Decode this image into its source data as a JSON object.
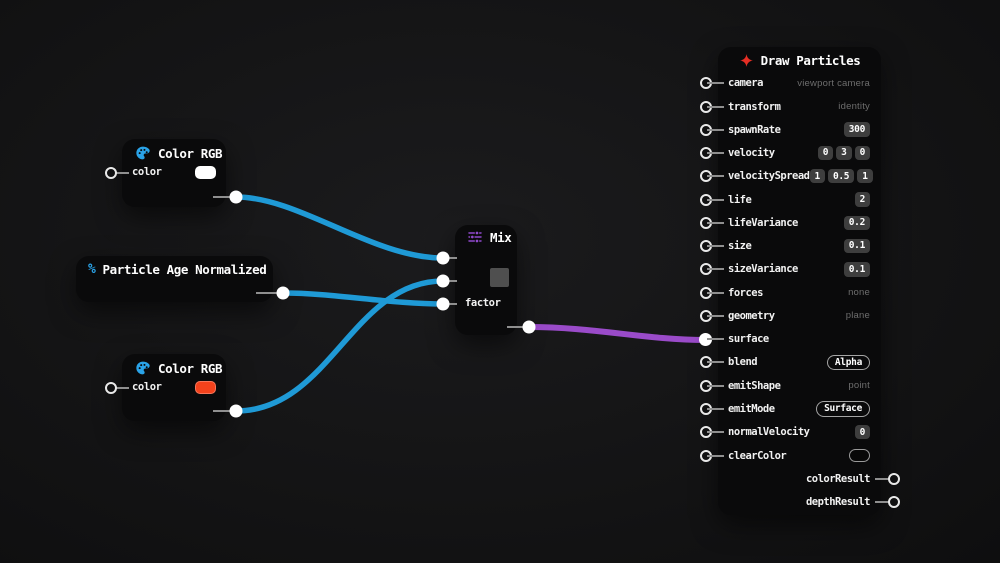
{
  "colors": {
    "wire_blue": "#1f9ad6",
    "wire_purple": "#9a4bc9",
    "icon_blue": "#2aa3e8",
    "icon_purple": "#9049cc",
    "icon_red": "#e62e24"
  },
  "nodes": {
    "color_rgb_top": {
      "title": "Color RGB",
      "input_label": "color",
      "swatch_color": "#ffffff"
    },
    "particle_age": {
      "title": "Particle Age Normalized",
      "icon_glyph": "%"
    },
    "color_rgb_bottom": {
      "title": "Color RGB",
      "input_label": "color",
      "swatch_color": "#f4421c"
    },
    "mix": {
      "title": "Mix",
      "factor_label": "factor"
    },
    "draw_particles": {
      "title": "Draw Particles",
      "rows": [
        {
          "label": "camera",
          "type": "dim",
          "value": "viewport camera"
        },
        {
          "label": "transform",
          "type": "dim",
          "value": "identity"
        },
        {
          "label": "spawnRate",
          "type": "pill",
          "value": "300"
        },
        {
          "label": "velocity",
          "type": "pills",
          "values": [
            "0",
            "3",
            "0"
          ]
        },
        {
          "label": "velocitySpread",
          "type": "pills",
          "values": [
            "1",
            "0.5",
            "1"
          ]
        },
        {
          "label": "life",
          "type": "pill",
          "value": "2"
        },
        {
          "label": "lifeVariance",
          "type": "pill",
          "value": "0.2"
        },
        {
          "label": "size",
          "type": "pill",
          "value": "0.1"
        },
        {
          "label": "sizeVariance",
          "type": "pill",
          "value": "0.1"
        },
        {
          "label": "forces",
          "type": "dim",
          "value": "none"
        },
        {
          "label": "geometry",
          "type": "dim",
          "value": "plane"
        },
        {
          "label": "surface",
          "type": "none",
          "connected": true
        },
        {
          "label": "blend",
          "type": "outline",
          "value": "Alpha"
        },
        {
          "label": "emitShape",
          "type": "dim",
          "value": "point"
        },
        {
          "label": "emitMode",
          "type": "outline",
          "value": "Surface"
        },
        {
          "label": "normalVelocity",
          "type": "pill",
          "value": "0"
        },
        {
          "label": "clearColor",
          "type": "swatch"
        }
      ],
      "outputs": [
        {
          "label": "colorResult"
        },
        {
          "label": "depthResult"
        }
      ]
    }
  },
  "connections": [
    {
      "from": "color-rgb-top.output",
      "to": "mix.input-a",
      "color": "blue"
    },
    {
      "from": "color-rgb-bottom.output",
      "to": "mix.input-b",
      "color": "blue"
    },
    {
      "from": "particle-age-normalized.output",
      "to": "mix.factor",
      "color": "blue"
    },
    {
      "from": "mix.output",
      "to": "draw-particles.surface",
      "color": "purple"
    }
  ]
}
